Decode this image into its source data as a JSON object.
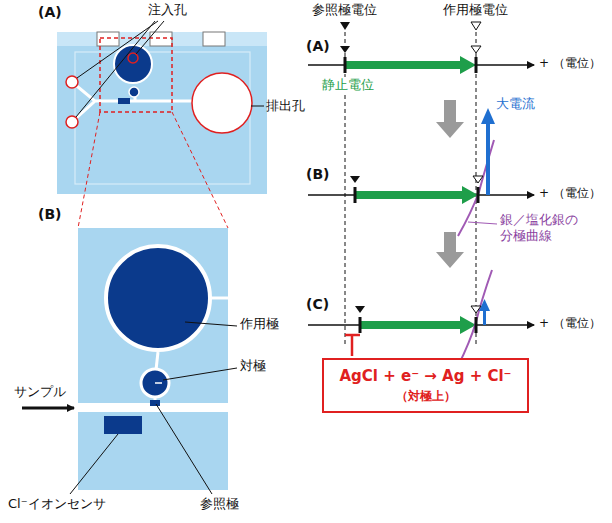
{
  "diagram": {
    "nodes": [
      {
        "text": [
          "AgCl + e⁻ → Ag + Cl⁻",
          "（対極上）"
        ]
      }
    ],
    "labels": [
      "(A)",
      "注入孔",
      "排出孔",
      "(B)",
      "サンプル",
      "作用極",
      "対極",
      "参照極",
      "Cl⁻イオンセンサ",
      "参照極電位",
      "作用極電位",
      "(A)",
      "+ （電位）",
      "静止電位",
      "大電流",
      "(B)",
      "+ （電位）",
      "銀／塩化銀の 分極曲線",
      "(C)",
      "+ （電位）"
    ]
  }
}
